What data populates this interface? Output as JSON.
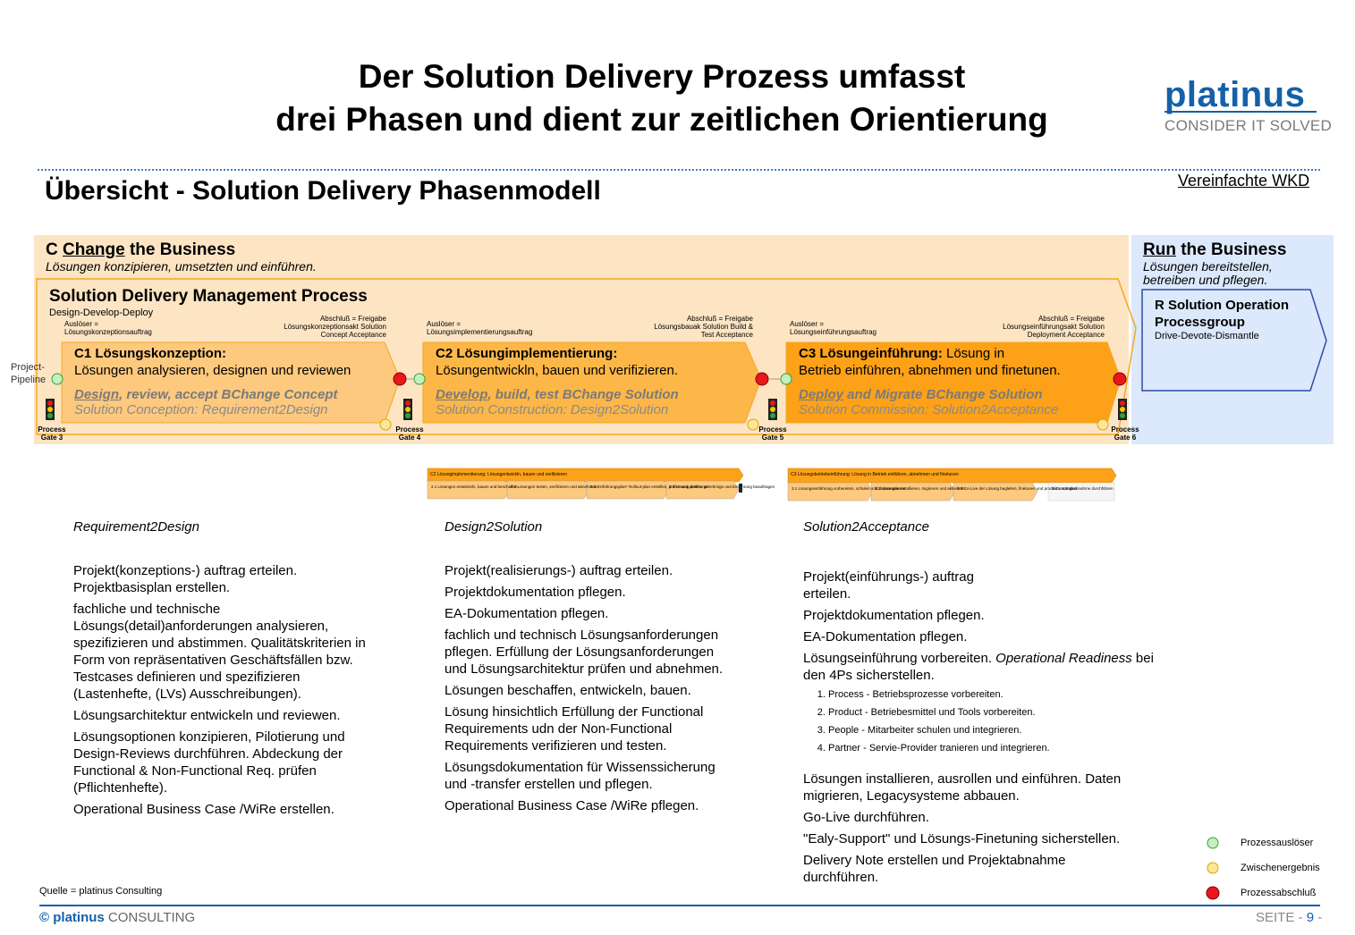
{
  "header": {
    "title_line1": "Der Solution Delivery Prozess umfasst",
    "title_line2": "drei Phasen und dient zur zeitlichen Orientierung",
    "logo_name": "platinus",
    "logo_tagline": "CONSIDER IT SOLVED",
    "subtitle": "Übersicht - Solution Delivery Phasenmodell",
    "simplified_link": "Vereinfachte WKD"
  },
  "change_business": {
    "prefix": "C ",
    "underlined": "Change",
    "suffix": " the Business",
    "description": "Lösungen konzipieren, umsetzten und einführen."
  },
  "run_business": {
    "underlined": "Run",
    "suffix": " the Business",
    "description": "Lösungen bereitstellen, betreiben und pflegen.",
    "process_title": "R Solution Operation Processgroup",
    "process_sub": "Drive-Devote-Dismantle"
  },
  "sdm": {
    "title": "Solution Delivery Management Process",
    "subtitle": "Design-Develop-Deploy"
  },
  "project_pipeline": "Project-Pipeline",
  "phases": [
    {
      "trigger": "Auslöser = Lösungskonzeptionsauftrag",
      "completion": "Abschluß = Freigabe Lösungskonzeptionsakt Solution Concept Acceptance",
      "title_bold": "C1 Lösungskonzeption:",
      "title_rest": "",
      "description": "Lösungen analysieren, designen und reviewen",
      "link_underlined": "Design",
      "link_rest": ", review, accept BChange Concept",
      "subtitle": "Solution Conception: Requirement2Design"
    },
    {
      "trigger": "Auslöser = Lösungsimplementierungsauftrag",
      "completion": "Abschluß = Freigabe Lösungsbauak Solution Build & Test Acceptance",
      "title_bold": "C2 Lösungimplementierung:",
      "title_rest": "",
      "description": "Lösungentwickln, bauen und verifizieren.",
      "link_underlined": "Develop",
      "link_rest": ", build, test BChange Solution",
      "subtitle": "Solution Construction: Design2Solution"
    },
    {
      "trigger": "Auslöser = Lösungseinführungsauftrag",
      "completion": "Abschluß = Freigabe Lösungseinführungsakt Solution Deployment Acceptance",
      "title_bold": "C3 Lösungeinführung:",
      "title_rest": " Lösung in",
      "description": "Betrieb einführen, abnehmen und finetunen.",
      "link_underlined": "Deploy",
      "link_rest": " and Migrate BChange Solution",
      "subtitle": "Solution Commission: Solution2Acceptance"
    }
  ],
  "gates": [
    "Process Gate 3",
    "Process Gate 4",
    "Process Gate 5",
    "Process Gate 6"
  ],
  "columns": [
    {
      "heading": "Requirement2Design",
      "paragraphs": [
        "Projekt(konzeptions-) auftrag erteilen. Projektbasisplan erstellen.",
        "fachliche und technische Lösungs(detail)anforderungen analysieren, spezifizieren und abstimmen. Qualitätskriterien in Form von repräsentativen Geschäftsfällen bzw. Testcases definieren und spezifizieren (Lastenhefte, (LVs) Ausschreibungen).",
        "Lösungsarchitektur entwickeln und reviewen.",
        "Lösungsoptionen konzipieren, Pilotierung und Design-Reviews durchführen. Abdeckung der Functional & Non-Functional Req. prüfen (Pflichtenhefte).",
        "Operational Business Case /WiRe erstellen."
      ]
    },
    {
      "heading": "Design2Solution",
      "paragraphs": [
        "Projekt(realisierungs-) auftrag erteilen.",
        "Projektdokumentation pflegen.",
        "EA-Dokumentation pflegen.",
        "fachlich und technisch Lösungsanforderungen pflegen. Erfüllung der Lösungsanforderungen und Lösungsarchitektur prüfen und abnehmen.",
        "Lösungen beschaffen, entwickeln, bauen.",
        "Lösung hinsichtlich Erfüllung der Functional Requirements udn der Non-Functional Requirements verifizieren und testen.",
        "Lösungsdokumentation für Wissenssicherung und -transfer erstellen und pflegen.",
        "Operational Business Case /WiRe pflegen."
      ]
    },
    {
      "heading": "Solution2Acceptance",
      "paragraphs": [
        "Projekt(einführungs-) auftrag erteilen.",
        "Projektdokumentation pflegen.",
        "EA-Dokumentation pflegen."
      ],
      "readiness_prefix": "Lösungseinführung vorbereiten. ",
      "readiness_italic": "Operational Readiness",
      "readiness_suffix": " bei den 4Ps sicherstellen.",
      "list": [
        "Process - Betriebsprozesse vorbereiten.",
        "Product - Betriebesmittel und Tools vorbereiten.",
        "People - Mitarbeiter schulen und integrieren.",
        "Partner - Servie-Provider tranieren und integrieren."
      ],
      "paragraphs_after": [
        "Lösungen installieren, ausrollen und einführen. Daten migrieren, Legacysysteme abbauen.",
        "Go-Live durchführen.",
        "\"Ealy-Support\" und Lösungs-Finetuning sicherstellen.",
        "Delivery Note erstellen und Projektabnahme durchführen."
      ]
    }
  ],
  "mini_diagrams": [
    {
      "header": "C2 Lösungimplementierung: Lösungentwickln, bauen und verifizieren",
      "steps": [
        "2.1 Lösungen entwickeln, bauen und beschaffen",
        "2.2 Lösungen testen, verifizieren und abnehmen",
        "2.3 Einführungsplan* Rollout-plan erstellen, prüfen und abstimmen",
        "2.4 Lösung prüfen, genehmige und Einführung beauftragen"
      ]
    },
    {
      "header": "C3 Lösungsbetriebeinführung: Lösung in Betrieb einführen, abnehmen und finetunen",
      "steps": [
        "3.1 Lösungseinführung vorbereiten, schulen und dokumentieren",
        "3.2 Lösungen installieren, migrieren und aktivieren",
        "3.3 Go-Live der Lösung begleiten, finetunen und produktiv schalten",
        "3.4 Lösungsabnahme durchführen"
      ]
    }
  ],
  "legend": [
    "Prozessauslöser",
    "Zwischenergebnis",
    "Prozessabschluß"
  ],
  "footer": {
    "source": "Quelle = platinus Consulting",
    "copyright_symbol": "©",
    "brand": "platinus",
    "brand_suffix": "CONSULTING",
    "page_prefix": "SEITE -",
    "page_number": "9",
    "page_suffix": "-"
  },
  "colors": {
    "brand_blue": "#1560a8",
    "change_bg": "#fde5c4",
    "run_bg": "#dce8fb",
    "phase_fill": [
      "#fdc97e",
      "#fdb748",
      "#fca118"
    ],
    "trigger_green": "#c6efc0",
    "intermediate_yellow": "#fde59a",
    "completion_red": "#e8171c"
  }
}
